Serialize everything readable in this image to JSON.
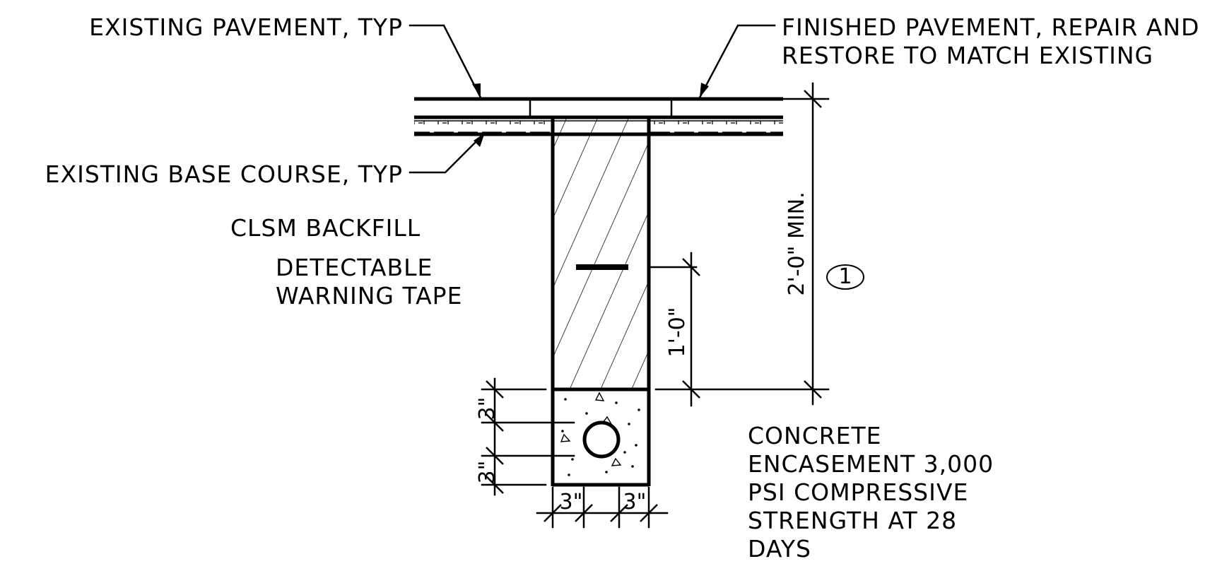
{
  "labels": {
    "existing_pavement": "EXISTING PAVEMENT, TYP",
    "finished_pavement_line1": "FINISHED PAVEMENT, REPAIR AND",
    "finished_pavement_line2": "RESTORE TO MATCH EXISTING",
    "existing_base_course": "EXISTING BASE COURSE, TYP",
    "clsm_backfill": "CLSM BACKFILL",
    "warning_tape_line1": "DETECTABLE",
    "warning_tape_line2": "WARNING TAPE",
    "concrete_line1": "CONCRETE",
    "concrete_line2": "ENCASEMENT 3,000",
    "concrete_line3": "PSI COMPRESSIVE",
    "concrete_line4": "STRENGTH AT 28",
    "concrete_line5": "DAYS"
  },
  "dimensions": {
    "depth_min": "2'-0\" MIN.",
    "tape_depth": "1'-0\"",
    "cover_top": "3\"",
    "cover_bottom": "3\"",
    "side_left": "3\"",
    "side_right": "3\""
  },
  "note_tag": "1"
}
